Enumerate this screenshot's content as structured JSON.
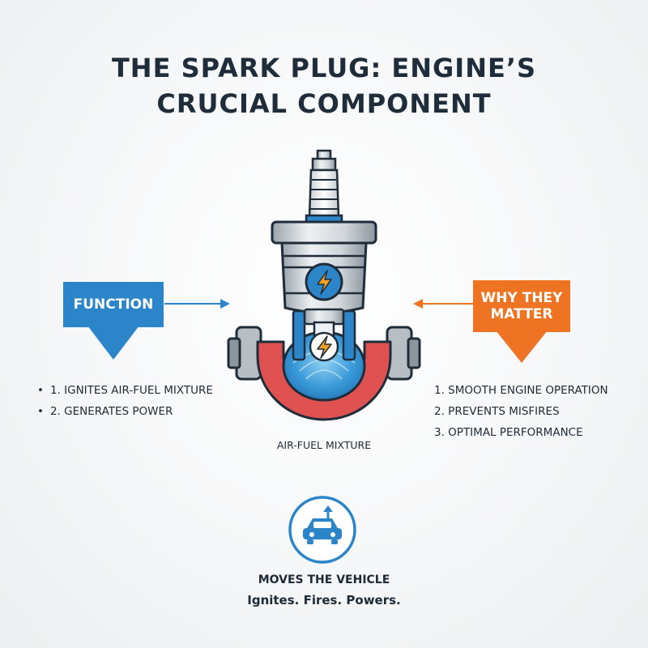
{
  "title_lines": [
    "THE SPARK PLUG: ENGINE’S",
    "CRUCIAL COMPONENT"
  ],
  "function": {
    "label": "FUNCTION",
    "items": [
      "1. IGNITES AIR-FUEL MIXTURE",
      "2. GENERATES POWER"
    ]
  },
  "why": {
    "label_lines": [
      "WHY THEY",
      "MATTER"
    ],
    "items": [
      "1. SMOOTH ENGINE OPERATION",
      "2. PREVENTS MISFIRES",
      "3. OPTIMAL PERFORMANCE"
    ]
  },
  "center": {
    "mixture_label": "AIR-FUEL MIXTURE"
  },
  "outcome": {
    "label": "MOVES THE VEHICLE",
    "tagline": "Ignites. Fires. Powers."
  },
  "colors": {
    "blue": "#2c85c8",
    "orange": "#ee7423",
    "red": "#e05252",
    "navy": "#1f2d3a",
    "bolt": "#f2a022"
  },
  "icons": [
    "spark-bolt-icon",
    "car-icon",
    "up-arrow-icon"
  ]
}
